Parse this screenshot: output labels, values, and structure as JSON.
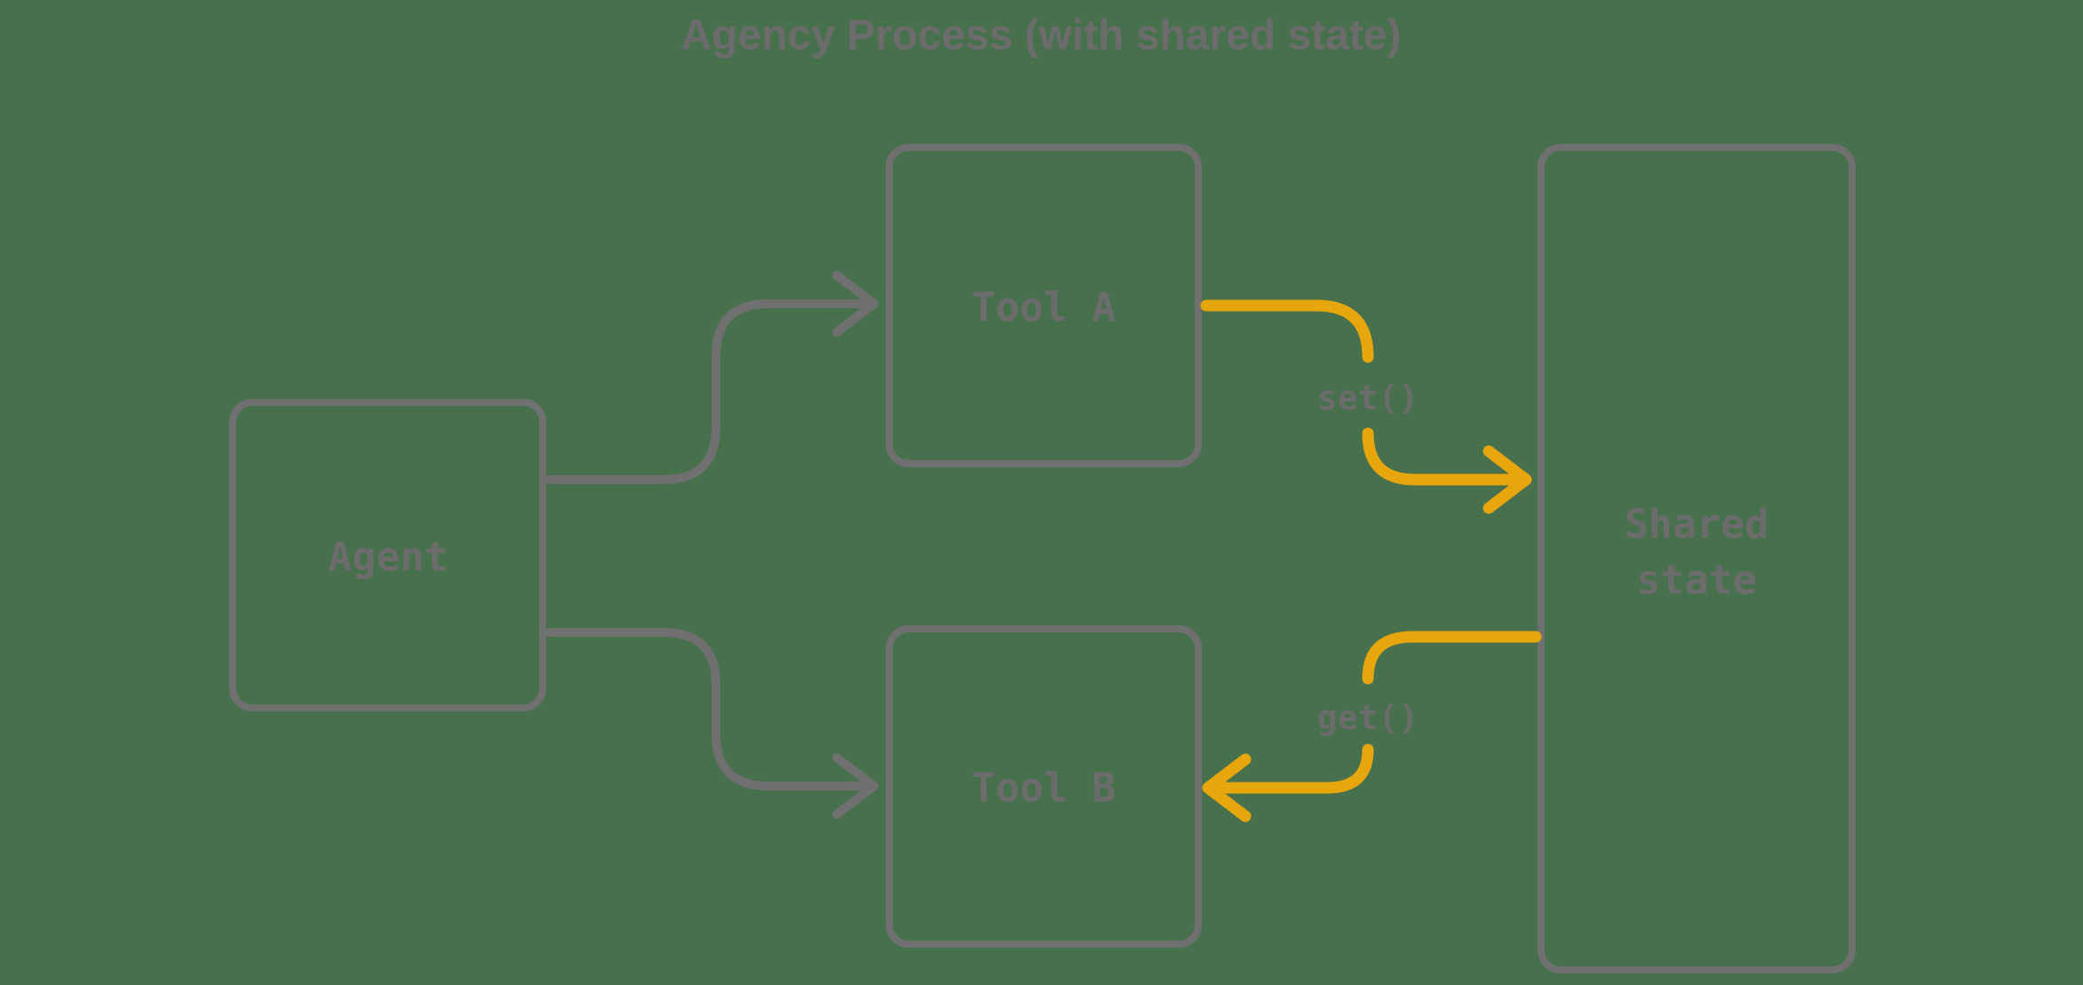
{
  "colors": {
    "background": "#47704D",
    "box_stroke": "#707070",
    "arrow_gray": "#707070",
    "text_gray": "#6C6C6C",
    "accent_yellow": "#E8A60D"
  },
  "title": "Agency Process (with shared state)",
  "nodes": {
    "agent": {
      "label": "Agent"
    },
    "tool_a": {
      "label": "Tool A"
    },
    "tool_b": {
      "label": "Tool B"
    },
    "shared_state": {
      "label_line1": "Shared",
      "label_line2": "state"
    }
  },
  "edges": {
    "set_label": "set()",
    "get_label": "get()"
  }
}
